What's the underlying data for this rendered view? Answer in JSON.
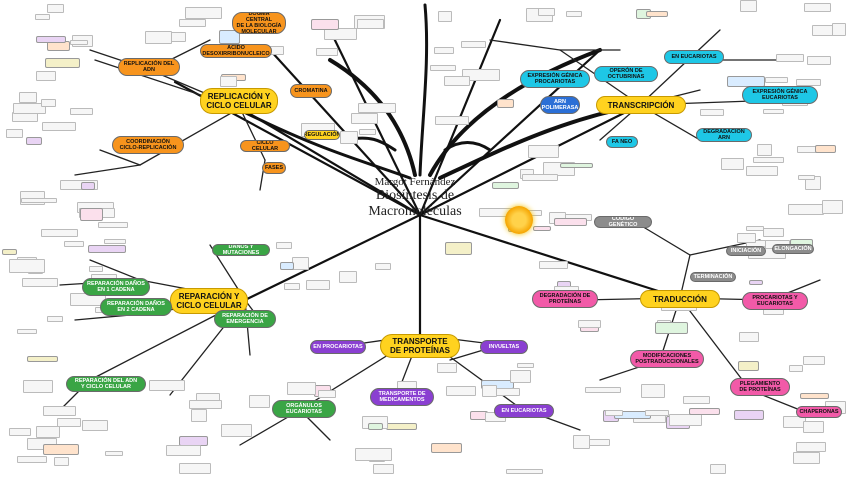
{
  "center": {
    "author": "Margot Fernández",
    "title_line1": "Biosíntesis de",
    "title_line2": "Macromoléculas"
  },
  "colors": {
    "yellow": "#ffd21f",
    "orange": "#f7941d",
    "green": "#3aa545",
    "teal": "#20b2aa",
    "cyan": "#1ec7e6",
    "blue": "#2b6fd6",
    "purple": "#8a3fd1",
    "pink": "#f25aa8",
    "gray": "#8c8c8c",
    "dark": "#111111"
  },
  "hubs": {
    "replication": "REPLICACIÓN Y\nCICLO CELULAR",
    "transcription": "TRANSCRIPCIÓN",
    "repair": "REPARACIÓN Y\nCICLO CELULAR",
    "transport": "TRANSPORTE\nDE PROTEÍNAS",
    "translation": "TRADUCCIÓN"
  },
  "nodes": {
    "replicacion_adn": "REPLICACIÓN DEL\nADN",
    "acido_nucleico": "ÁCIDO\nDESOXIRRIBONUCLEICO",
    "dogma": "DOGMA CENTRAL\nDE LA BIOLOGÍA\nMOLECULAR",
    "cromatina": "CROMATINA",
    "regulacion": "REGULACIÓN",
    "ciclo_celular": "CICLO CELULAR",
    "coordinacion": "COORDINACIÓN\nCICLO-REPLICACIÓN",
    "fases": "FASES",
    "expresion_procariotas": "EXPRESIÓN GÉNICA\nPROCARIOTAS",
    "operon": "OPERÓN DE\nOCTUBRINAS",
    "en_eucariotas_top": "EN EUCARIOTAS",
    "expresion_eucariotas": "EXPRESIÓN GÉNICA\nEUCARIOTAS",
    "arn_polimerasa": "ARN\nPOLIMERASA",
    "degradacion_arn": "DEGRADACIÓN ARN",
    "fa_neo": "FA NEO",
    "danos_mutaciones": "DAÑOS Y MUTACIONES",
    "reparacion_danos": "REPARACIÓN DAÑOS\nEN 1 CADENA",
    "reparacion_2": "REPARACIÓN DAÑOS\nEN 2 CADENA",
    "reparacion_emergencia": "REPARACIÓN DE\nEMERGENCIA",
    "reparacion_adn": "REPARACIÓN DEL ADN\nY CICLO CELULAR",
    "en_procariotas": "EN PROCARIOTAS",
    "invueltas": "INVUELTAS",
    "organulos": "ORGÁNULOS\nEUCARIOTAS",
    "transporte_medicamentos": "TRANSPORTE DE\nMEDICAMENTOS",
    "en_eucariotas_bottom": "EN EUCARIOTAS",
    "degradacion_proteinas": "DEGRADACIÓN DE\nPROTEÍNAS",
    "procariotas_eucariotas": "PROCARIOTAS Y\nEUCARIOTAS",
    "modificaciones": "MODIFICACIONES\nPOSTRADUCCIONALES",
    "plegamiento": "PLEGAMIENTO\nDE PROTEÍNAS",
    "codigo_genetico": "CÓDIGO GENÉTICO",
    "chaperonas": "CHAPERONAS",
    "iniciacion": "INICIACIÓN",
    "elongacion": "ELONGACIÓN",
    "terminacion": "TERMINACIÓN"
  }
}
